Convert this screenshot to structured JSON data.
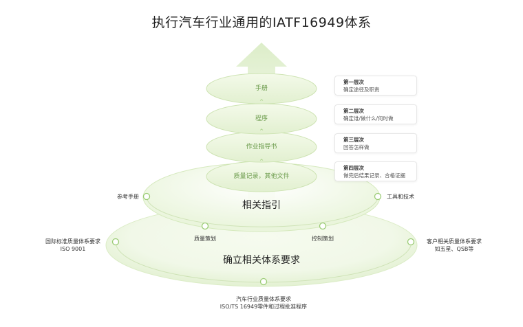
{
  "title": "执行汽车行业通用的IATF16949体系",
  "layers": {
    "manual": "手册",
    "procedure": "程序",
    "instruction": "作业指导书",
    "records": "质量记录，其他文件"
  },
  "tiers": {
    "guide": "相关指引",
    "system": "确立相关体系要求"
  },
  "cards": [
    {
      "title": "第一层次",
      "desc": "确定途径及职责"
    },
    {
      "title": "第二层次",
      "desc": "确定谁/做什么/何时做"
    },
    {
      "title": "第三层次",
      "desc": "回答怎样做"
    },
    {
      "title": "第四层次",
      "desc": "做完后结果记录、合格证据"
    }
  ],
  "guide_nodes": {
    "left": "参考手册",
    "right": "工具和技术",
    "quality_plan": "质量策划",
    "control_plan": "控制策划"
  },
  "system_nodes": {
    "left_line1": "国际标准质量体系要求",
    "left_line2": "ISO 9001",
    "right_line1": "客户相关质量体系要求",
    "right_line2": "如五星、QSB等",
    "bottom_line1": "汽车行业质量体系要求",
    "bottom_line2": "ISO/TS 16949零件和过程批准程序"
  },
  "colors": {
    "green_dark": "#8fc46a",
    "green_mid": "#cfe6b6",
    "green_light": "#eef6e4",
    "text_green": "#6a9a4a"
  }
}
